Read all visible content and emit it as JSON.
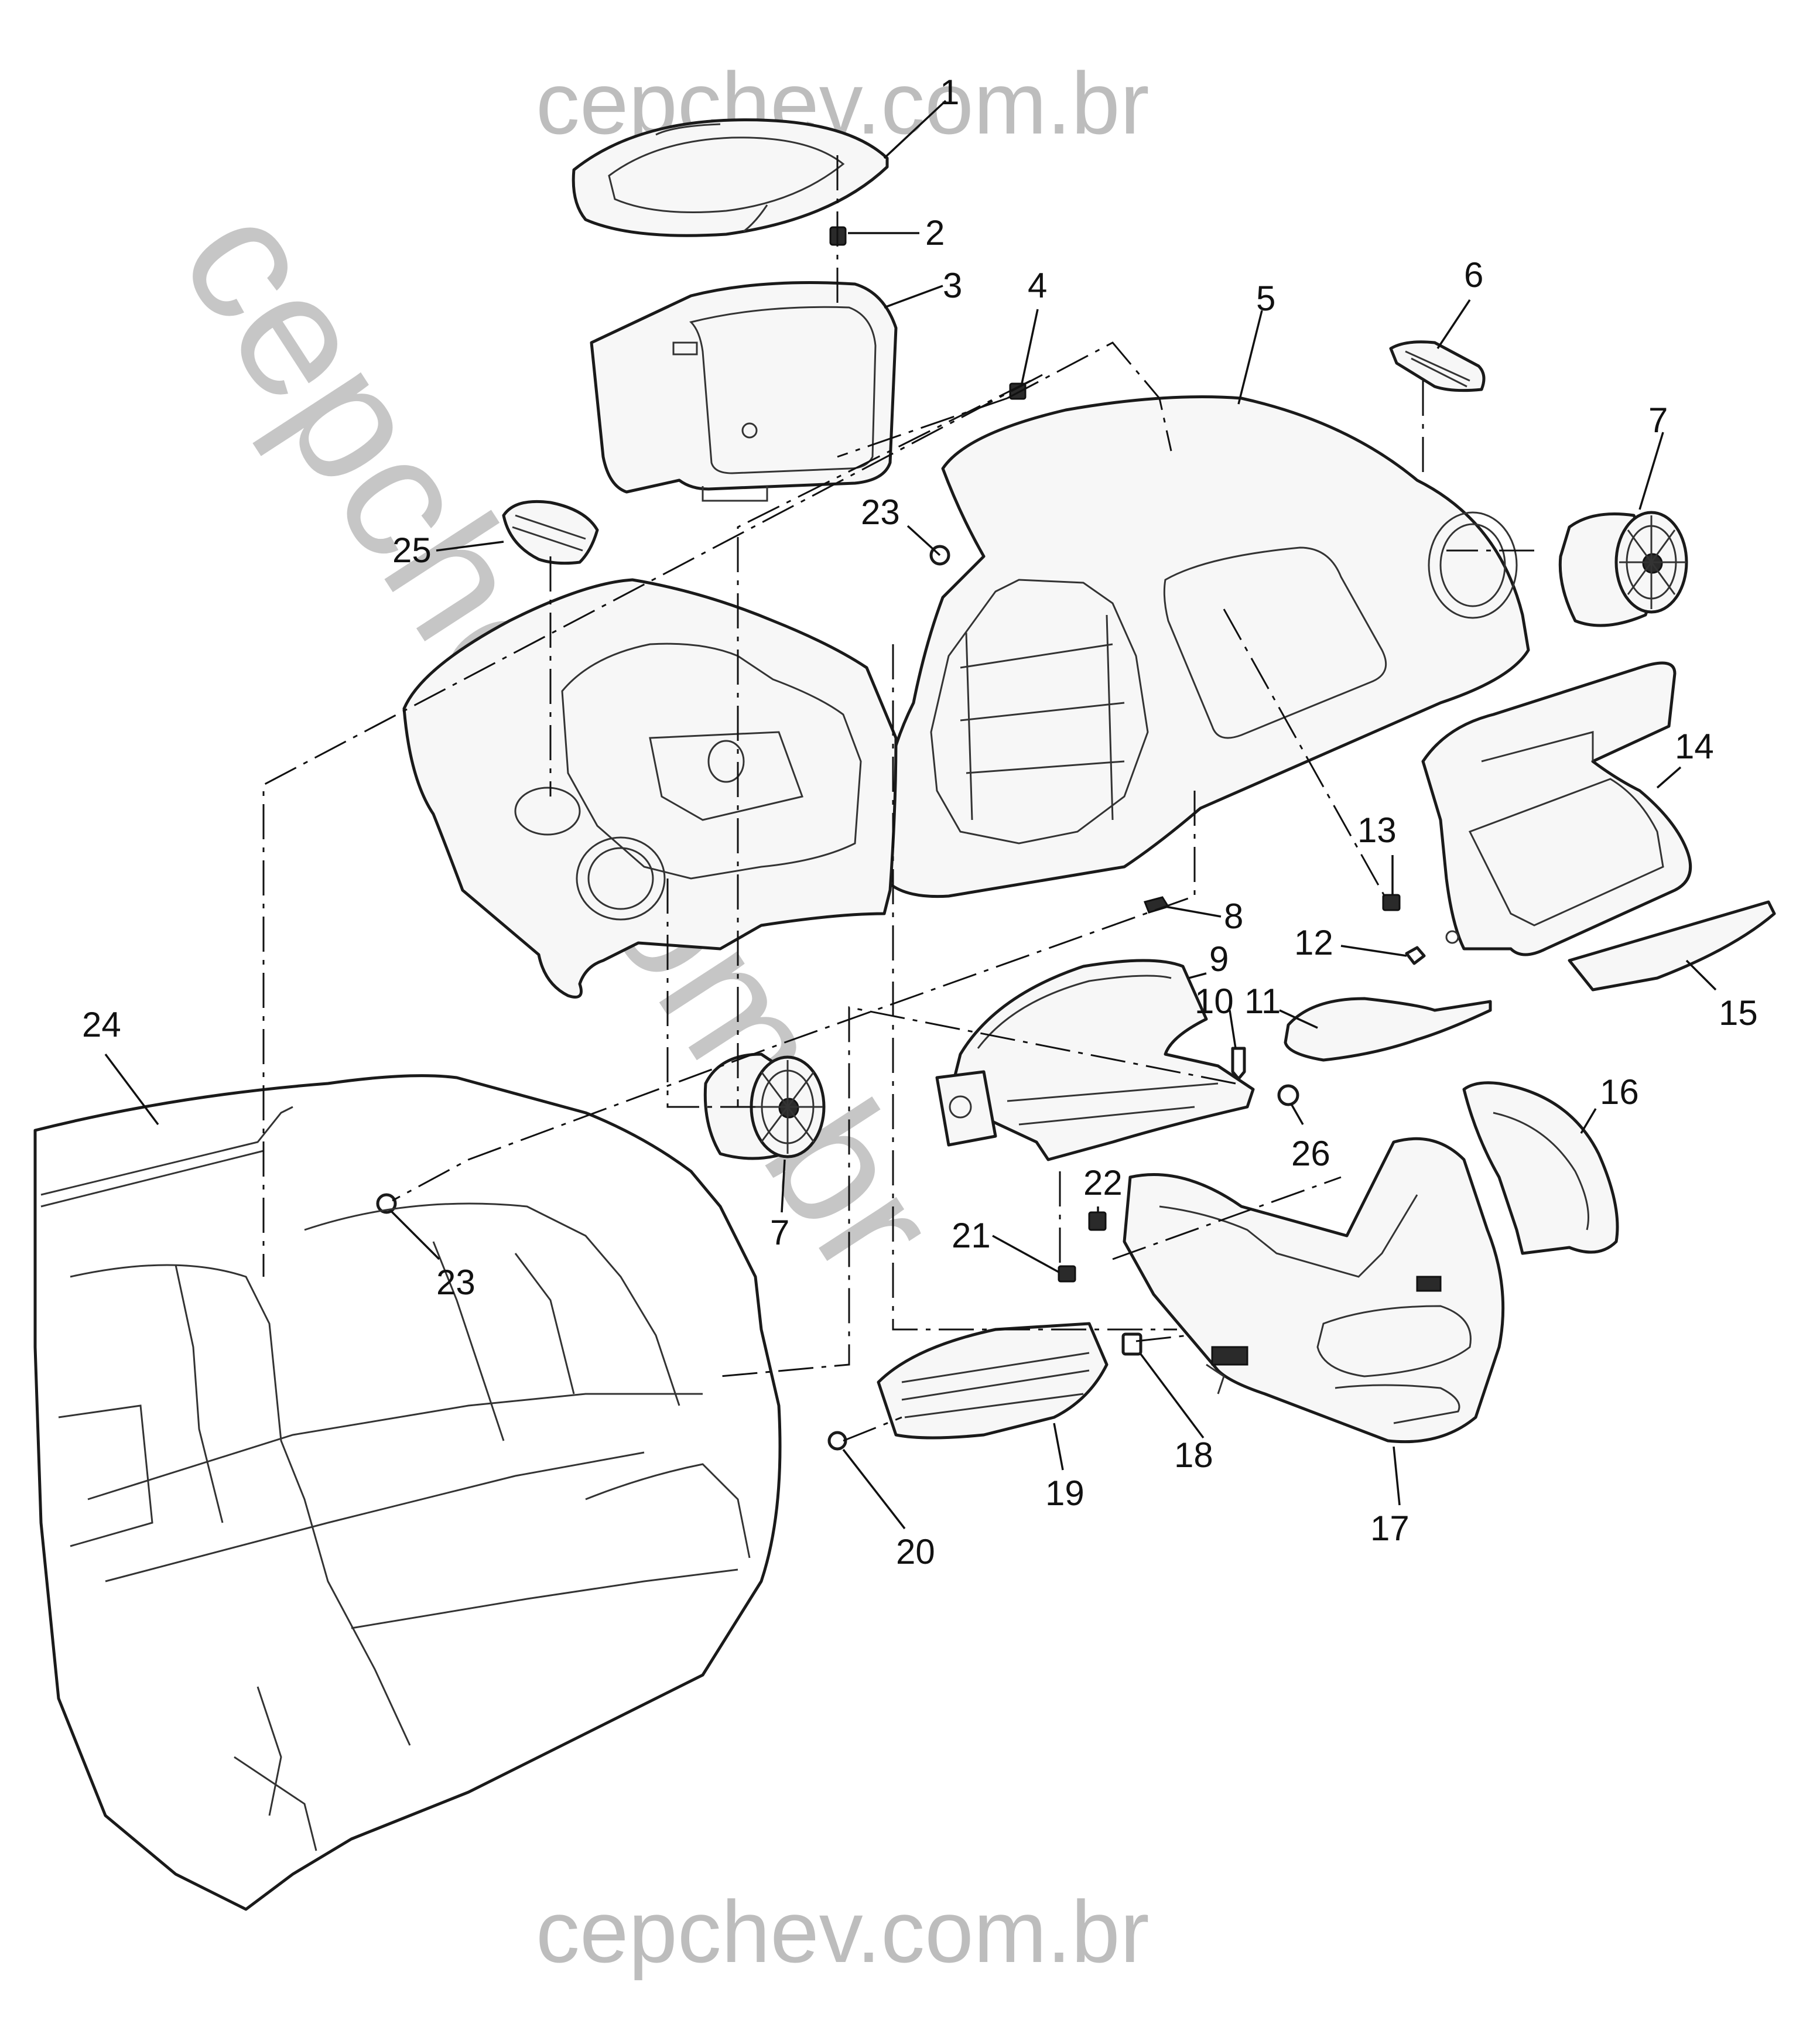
{
  "watermark": {
    "top": "cepchev.com.br",
    "bottom": "cepchev.com.br",
    "diagonal": "cepchev.com.br",
    "color": "#bdbdbd"
  },
  "callouts": {
    "c1": "1",
    "c2": "2",
    "c3": "3",
    "c4": "4",
    "c5": "5",
    "c6": "6",
    "c7a": "7",
    "c7b": "7",
    "c8": "8",
    "c9": "9",
    "c10": "10",
    "c11": "11",
    "c12": "12",
    "c13": "13",
    "c14": "14",
    "c15": "15",
    "c16": "16",
    "c17": "17",
    "c18": "18",
    "c19": "19",
    "c20": "20",
    "c21": "21",
    "c22": "22",
    "c23a": "23",
    "c23b": "23",
    "c24": "24",
    "c25": "25",
    "c26": "26"
  }
}
